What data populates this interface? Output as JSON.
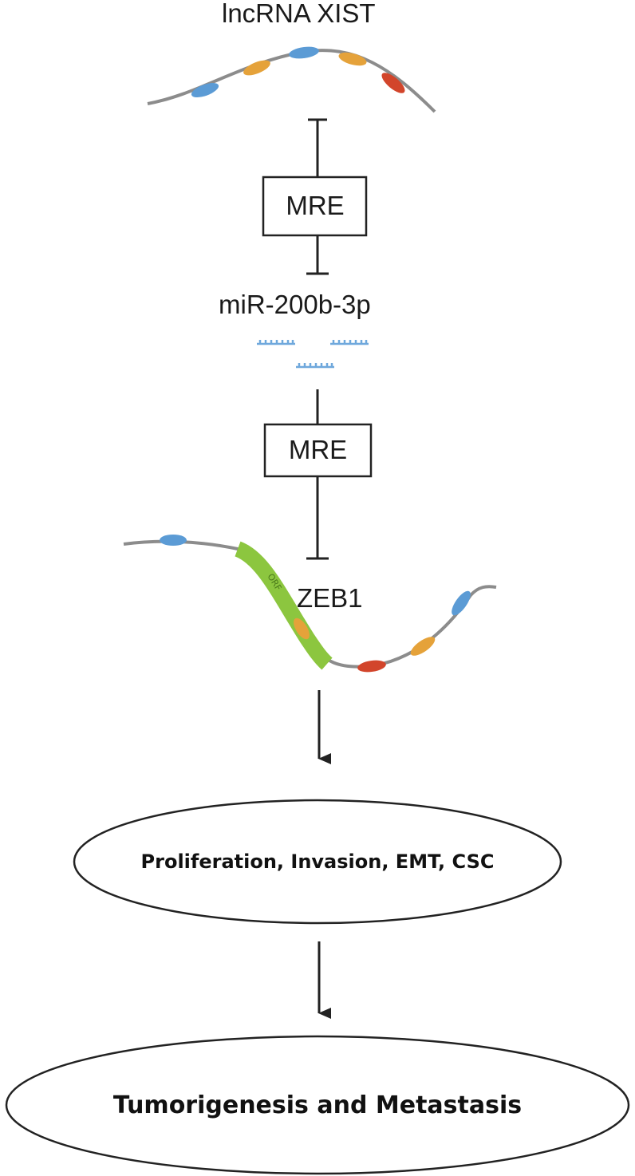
{
  "labels": {
    "lncrna": "lncRNA XIST",
    "mre_top": "MRE",
    "mirna": "miR-200b-3p",
    "mre_bottom": "MRE",
    "target": "ZEB1",
    "orf": "ORF",
    "outcome_1": "Proliferation, Invasion, EMT, CSC",
    "outcome_2": "Tumorigenesis and Metastasis"
  },
  "colors": {
    "strand": "#8c8c8c",
    "blue_segment": "#5b9bd5",
    "orange_segment": "#e5a23a",
    "red_segment": "#d2452b",
    "orf_segment": "#8cc63f",
    "mirna_marks": "#6fa8dc",
    "line": "#222222"
  }
}
